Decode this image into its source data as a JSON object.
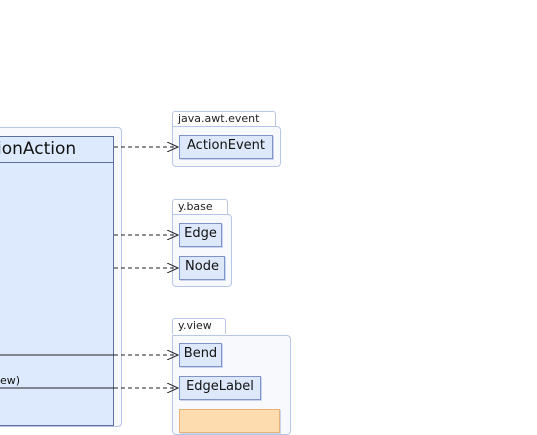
{
  "main_class": {
    "name_visible": "ionAction"
  },
  "packages": [
    {
      "id": "java-awt-event",
      "name": "java.awt.event",
      "classes": [
        "ActionEvent"
      ]
    },
    {
      "id": "y-base",
      "name": "y.base",
      "classes": [
        "Edge",
        "Node"
      ]
    },
    {
      "id": "y-view",
      "name": "y.view",
      "classes": [
        "Bend",
        "EdgeLabel",
        ""
      ]
    }
  ],
  "edges": [
    {
      "from": "main-class",
      "to": "ActionEvent",
      "style": "dashed",
      "label": ""
    },
    {
      "from": "main-class",
      "to": "Edge",
      "style": "dashed",
      "label": ""
    },
    {
      "from": "main-class",
      "to": "Node",
      "style": "dashed",
      "label": ""
    },
    {
      "from": "main-class",
      "to": "Bend",
      "style": "solid",
      "label": ""
    },
    {
      "from": "main-class",
      "to": "EdgeLabel",
      "style": "solid",
      "label": "ew)"
    }
  ],
  "colors": {
    "class_fill": "#dde8fb",
    "class_border": "#7f93c8",
    "package_border": "#b7c6e6",
    "highlight_fill": "#fddcb0",
    "edge_color": "#222222"
  }
}
